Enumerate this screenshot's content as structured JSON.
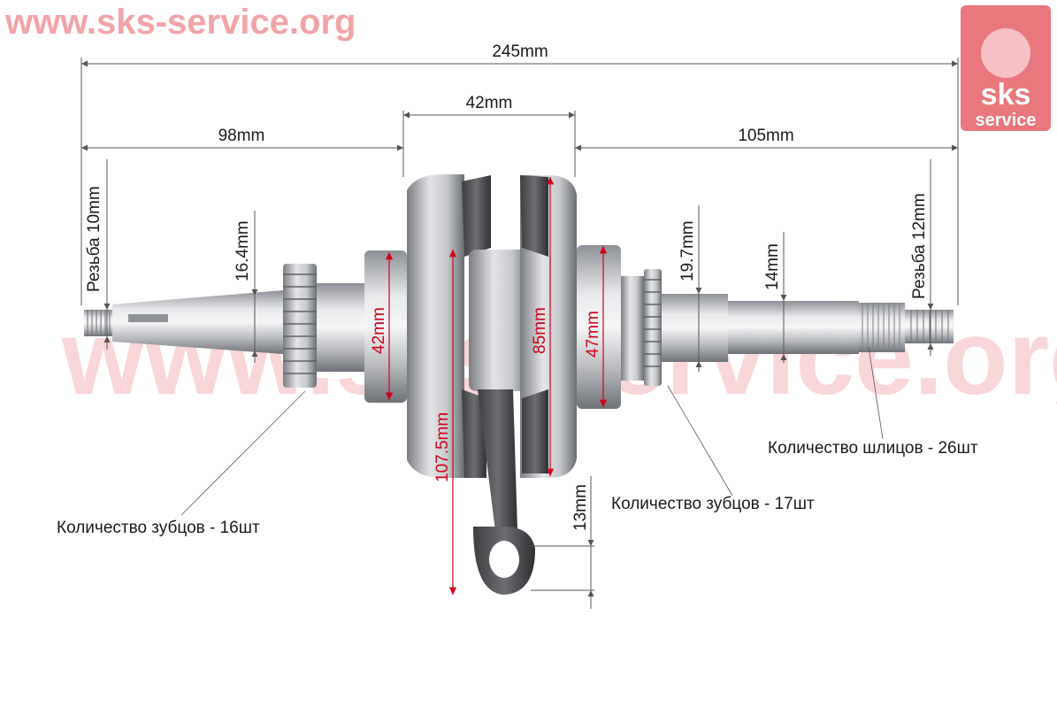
{
  "header": {
    "website": "www.sks-service.org"
  },
  "logo": {
    "line1": "sks",
    "line2": "service"
  },
  "watermark": {
    "text": "www.sks-service.org"
  },
  "dimensions": {
    "total_length": "245mm",
    "left_shaft_length": "98mm",
    "web_width": "42mm",
    "right_shaft_length": "105mm",
    "left_thread": "Резьба 10mm",
    "right_thread": "Резьба 12mm",
    "left_shaft_diameter": "16.4mm",
    "right_shaft_diameter_1": "19.7mm",
    "right_shaft_diameter_2": "14mm",
    "left_bearing_diameter": "42mm",
    "right_bearing_diameter": "47mm",
    "web_diameter": "85mm",
    "conrod_length": "107.5mm",
    "small_end_width": "13mm"
  },
  "annotations": {
    "left_gear_teeth": "Количество зубцов - 16шт",
    "right_gear_teeth": "Количество зубцов - 17шт",
    "splines": "Количество шлицов - 26шт"
  },
  "colors": {
    "dimension_red": "#d0021b",
    "watermark": "#f5b5b9",
    "text": "#1a1a1a"
  }
}
